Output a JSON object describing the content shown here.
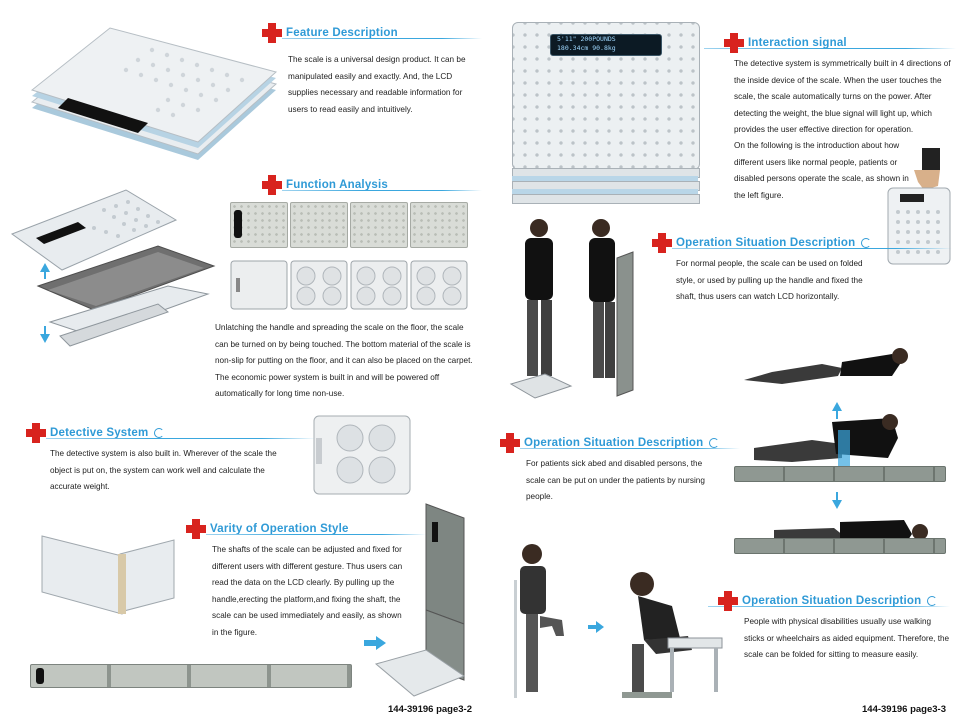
{
  "sections": {
    "feature": {
      "title": "Feature Description",
      "body": "The scale is a universal design product. It can be manipulated easily and exactly. And, the LCD supplies necessary and readable information for users to read easily and intuitively."
    },
    "function": {
      "title": "Function Analysis",
      "body": "Unlatching the handle and spreading the scale on the floor, the scale can be turned on by being touched. The bottom material of the scale is non-slip for putting on the floor, and it can also be placed on the carpet. The economic power system is built in and will be powered off automatically for long time non-use."
    },
    "detective": {
      "title": "Detective System",
      "body": "The detective system is also built in. Wherever of the scale the object is put on, the system can work well and calculate the accurate weight."
    },
    "varity": {
      "title": "Varity of Operation Style",
      "body": "The shafts of the scale can be adjusted and fixed for different users with different gesture. Thus users can read the data on the LCD clearly. By pulling up the handle,erecting the platform,and fixing the shaft, the scale can be used immediately and easily, as shown in the figure."
    },
    "interaction": {
      "title": "Interaction signal",
      "body1": "The detective system is symmetrically built in 4 directions of the inside device of the scale. When the user touches the scale, the scale automatically turns on the power. After detecting the weight, the blue signal will light up, which provides the user effective direction for operation.",
      "body2": "On the following is the introduction about how different users like normal people, patients or disabled persons operate the scale, as shown in the left figure."
    },
    "op1": {
      "title": "Operation Situation Description",
      "body": "For normal people, the scale can be used on folded style, or used by pulling up the handle and fixed the shaft, thus users can watch LCD horizontally."
    },
    "op2": {
      "title": "Operation Situation Description",
      "body": "For patients sick abed and disabled persons, the scale can be put on under the patients by nursing people."
    },
    "op3": {
      "title": "Operation Situation Description",
      "body": "People with physical disabilities usually use walking sticks or wheelchairs as aided equipment. Therefore, the scale can be folded for sitting to measure easily."
    }
  },
  "lcd": {
    "line1": "5'11\" 200POUNDS",
    "line2": "180.34cm 90.8kg"
  },
  "page_numbers": {
    "left": "144-39196 page3-2",
    "right": "144-39196 page3-3"
  }
}
